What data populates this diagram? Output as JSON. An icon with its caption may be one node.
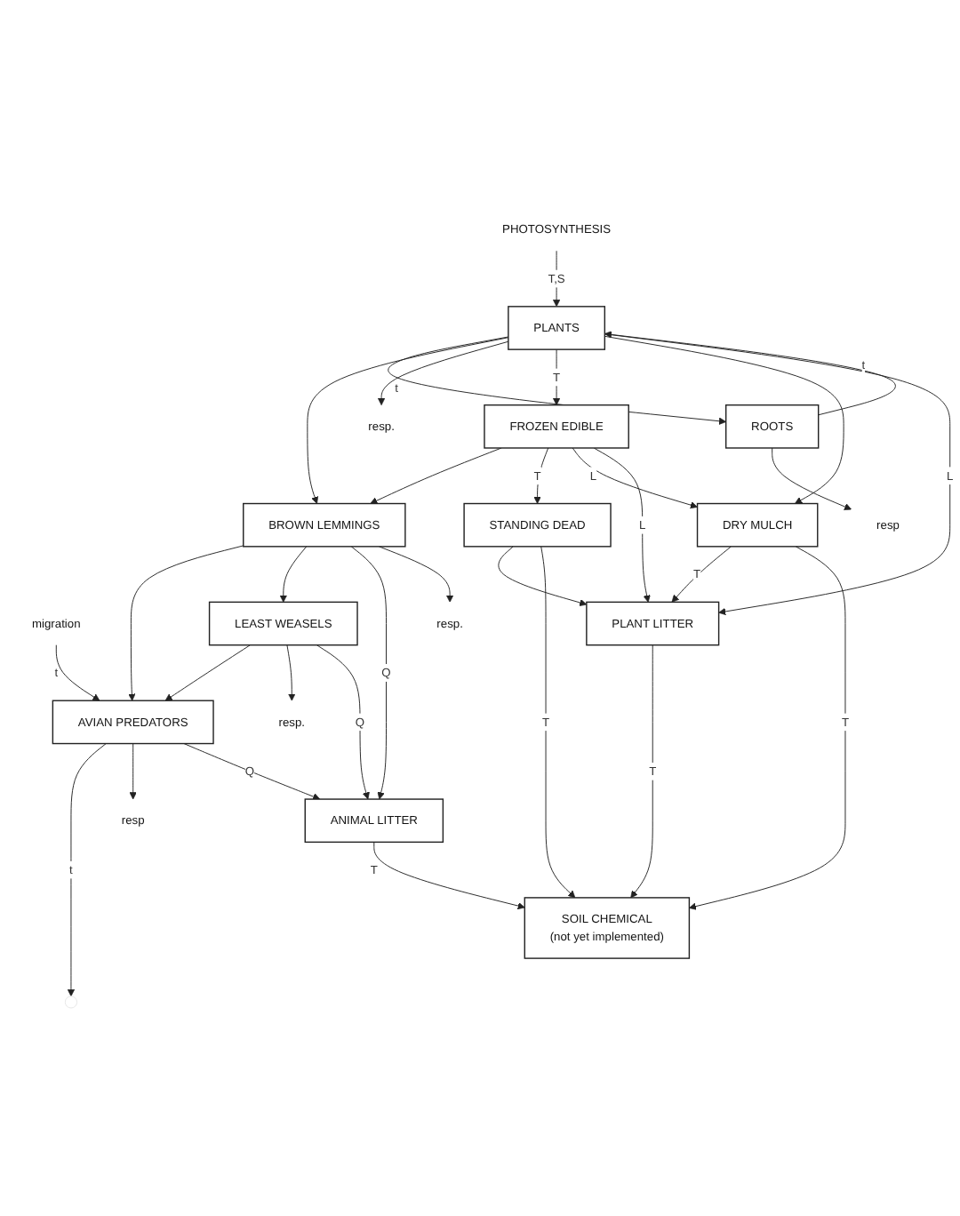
{
  "diagram": {
    "nodes": [
      {
        "text": [
          "migration"
        ]
      },
      {
        "text": [
          "resp"
        ]
      },
      {
        "text": [
          "AVIAN PREDATORS"
        ]
      },
      {
        "text": [
          "resp."
        ]
      },
      {
        "text": [
          "LEAST WEASELS"
        ]
      },
      {
        "text": [
          "ANIMAL LITTER"
        ]
      },
      {
        "text": [
          "resp."
        ]
      },
      {
        "text": [
          "BROWN LEMMINGS"
        ]
      },
      {
        "text": [
          "PHOTOSYNTHESIS"
        ]
      },
      {
        "text": [
          "resp"
        ]
      },
      {
        "text": [
          "resp."
        ]
      },
      {
        "text": [
          "FROZEN EDIBLE"
        ]
      },
      {
        "text": [
          "ROOTS"
        ]
      },
      {
        "text": [
          "PLANTS"
        ]
      },
      {
        "text": [
          "STANDING DEAD"
        ]
      },
      {
        "text": [
          "DRY MULCH"
        ]
      },
      {
        "text": [
          "SOIL CHEMICAL",
          "(not yet implemented)"
        ]
      },
      {
        "text": [
          "PLANT LITTER"
        ]
      }
    ],
    "edges": [
      {
        "from": 0,
        "to": 2,
        "arrow": "to",
        "label": "t"
      },
      {
        "from": 2,
        "to": null,
        "arrow": "to",
        "label": "t"
      },
      {
        "from": 2,
        "to": 1,
        "arrow": "to"
      },
      {
        "from": 2,
        "to": 5,
        "arrow": "to",
        "label": "Q"
      },
      {
        "from": 4,
        "to": 2,
        "arrow": "to"
      },
      {
        "from": 4,
        "to": 3,
        "arrow": "to"
      },
      {
        "from": 4,
        "to": 5,
        "arrow": "to",
        "label": "Q"
      },
      {
        "from": 7,
        "to": 2,
        "arrow": "to"
      },
      {
        "from": 7,
        "to": 4,
        "arrow": "to"
      },
      {
        "from": 7,
        "to": 5,
        "arrow": "to",
        "label": "Q"
      },
      {
        "from": 7,
        "to": 6,
        "arrow": "to"
      },
      {
        "from": 11,
        "to": 7,
        "arrow": "to"
      },
      {
        "from": 8,
        "to": 13,
        "arrow": "to",
        "label": "T,S"
      },
      {
        "from": 12,
        "to": 9,
        "arrow": "to"
      },
      {
        "from": 12,
        "to": 13,
        "arrow": "to",
        "label": "t"
      },
      {
        "from": 13,
        "to": 12,
        "arrow": "to",
        "label": "t"
      },
      {
        "from": 13,
        "to": 7,
        "arrow": "to"
      },
      {
        "from": 13,
        "to": 10,
        "arrow": "to"
      },
      {
        "from": 13,
        "to": 11,
        "arrow": "to",
        "label": "T"
      },
      {
        "from": 11,
        "to": 14,
        "arrow": "to",
        "label": "T"
      },
      {
        "from": 11,
        "to": 15,
        "arrow": "to",
        "label": "L"
      },
      {
        "from": 11,
        "to": 17,
        "arrow": "to",
        "label": "L"
      },
      {
        "from": 13,
        "to": 15,
        "arrow": "to"
      },
      {
        "from": 13,
        "to": 17,
        "arrow": "to",
        "label": "L"
      },
      {
        "from": 15,
        "to": 17,
        "arrow": "to",
        "label": "T"
      },
      {
        "from": 15,
        "to": 16,
        "arrow": "to",
        "label": "T"
      },
      {
        "from": 14,
        "to": 17,
        "arrow": "to"
      },
      {
        "from": 14,
        "to": 16,
        "arrow": "to",
        "label": "T"
      },
      {
        "from": 5,
        "to": 16,
        "arrow": "to",
        "label": "T"
      },
      {
        "from": 17,
        "to": 16,
        "arrow": "to",
        "label": "T"
      }
    ]
  }
}
